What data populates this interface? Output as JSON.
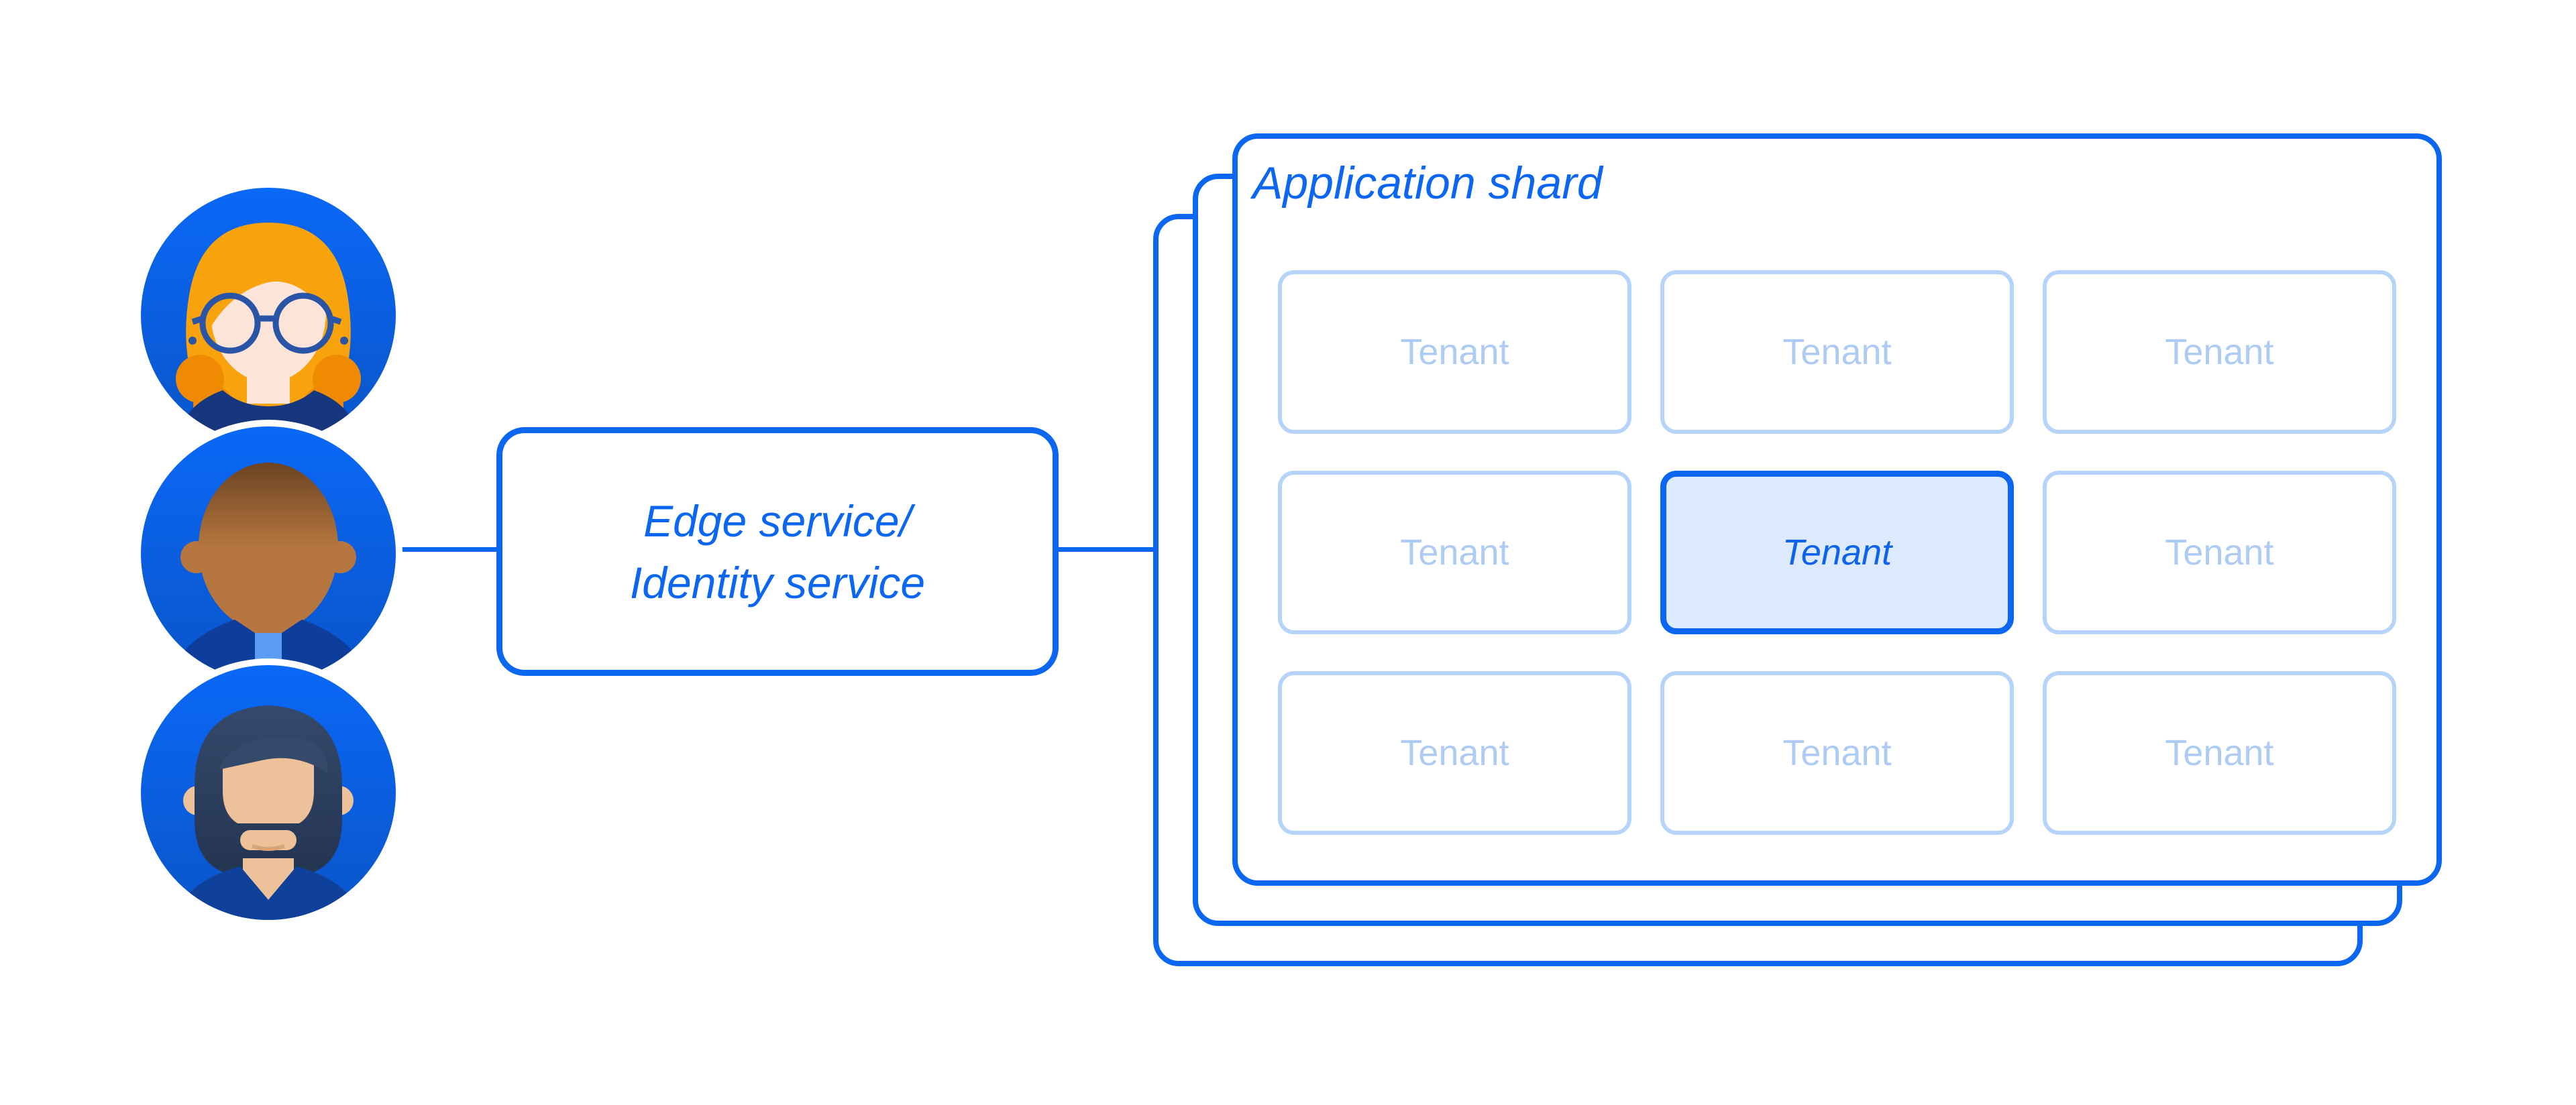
{
  "diagram": {
    "users": {
      "avatars": [
        {
          "name": "woman-glasses-avatar"
        },
        {
          "name": "bald-man-avatar"
        },
        {
          "name": "bearded-man-avatar"
        }
      ]
    },
    "edge_service": {
      "line1": "Edge service/",
      "line2": "Identity service"
    },
    "shard": {
      "title": "Application shard",
      "stacked_cards": 3,
      "tenants": [
        {
          "label": "Tenant",
          "highlighted": false
        },
        {
          "label": "Tenant",
          "highlighted": false
        },
        {
          "label": "Tenant",
          "highlighted": false
        },
        {
          "label": "Tenant",
          "highlighted": false
        },
        {
          "label": "Tenant",
          "highlighted": true
        },
        {
          "label": "Tenant",
          "highlighted": false
        },
        {
          "label": "Tenant",
          "highlighted": false
        },
        {
          "label": "Tenant",
          "highlighted": false
        },
        {
          "label": "Tenant",
          "highlighted": false
        }
      ]
    }
  },
  "theme": {
    "colors": {
      "canvas_bg": "#FFFFFF",
      "primary_blue": "#0B66F2",
      "circle_blue": "#0A68F7",
      "circle_blue_deep": "#0A55C9",
      "tenant_border": "#B6D3F9",
      "tenant_text": "#AECBF4",
      "tenant_highlight_bg": "#DDE9FC",
      "tenant_highlight_text": "#0C63EE",
      "avatar_white_ring": "#FFFFFF",
      "woman_hair": "#F9A30C",
      "woman_hair_deep": "#F08A02",
      "woman_skin": "#FCE4D8",
      "woman_shirt": "#16377E",
      "woman_glasses": "#2A55A6",
      "man2_skin": "#B5763F",
      "man2_skin_deep": "#6B4423",
      "man2_jacket": "#0D3E9C",
      "man2_collar": "#5C9CF5",
      "man3_skin": "#EDC19A",
      "man3_hair": "#35496B",
      "man3_hair_deep": "#243552",
      "man3_lip_line": "#D8A478",
      "man3_shirt": "#0F419B"
    }
  }
}
